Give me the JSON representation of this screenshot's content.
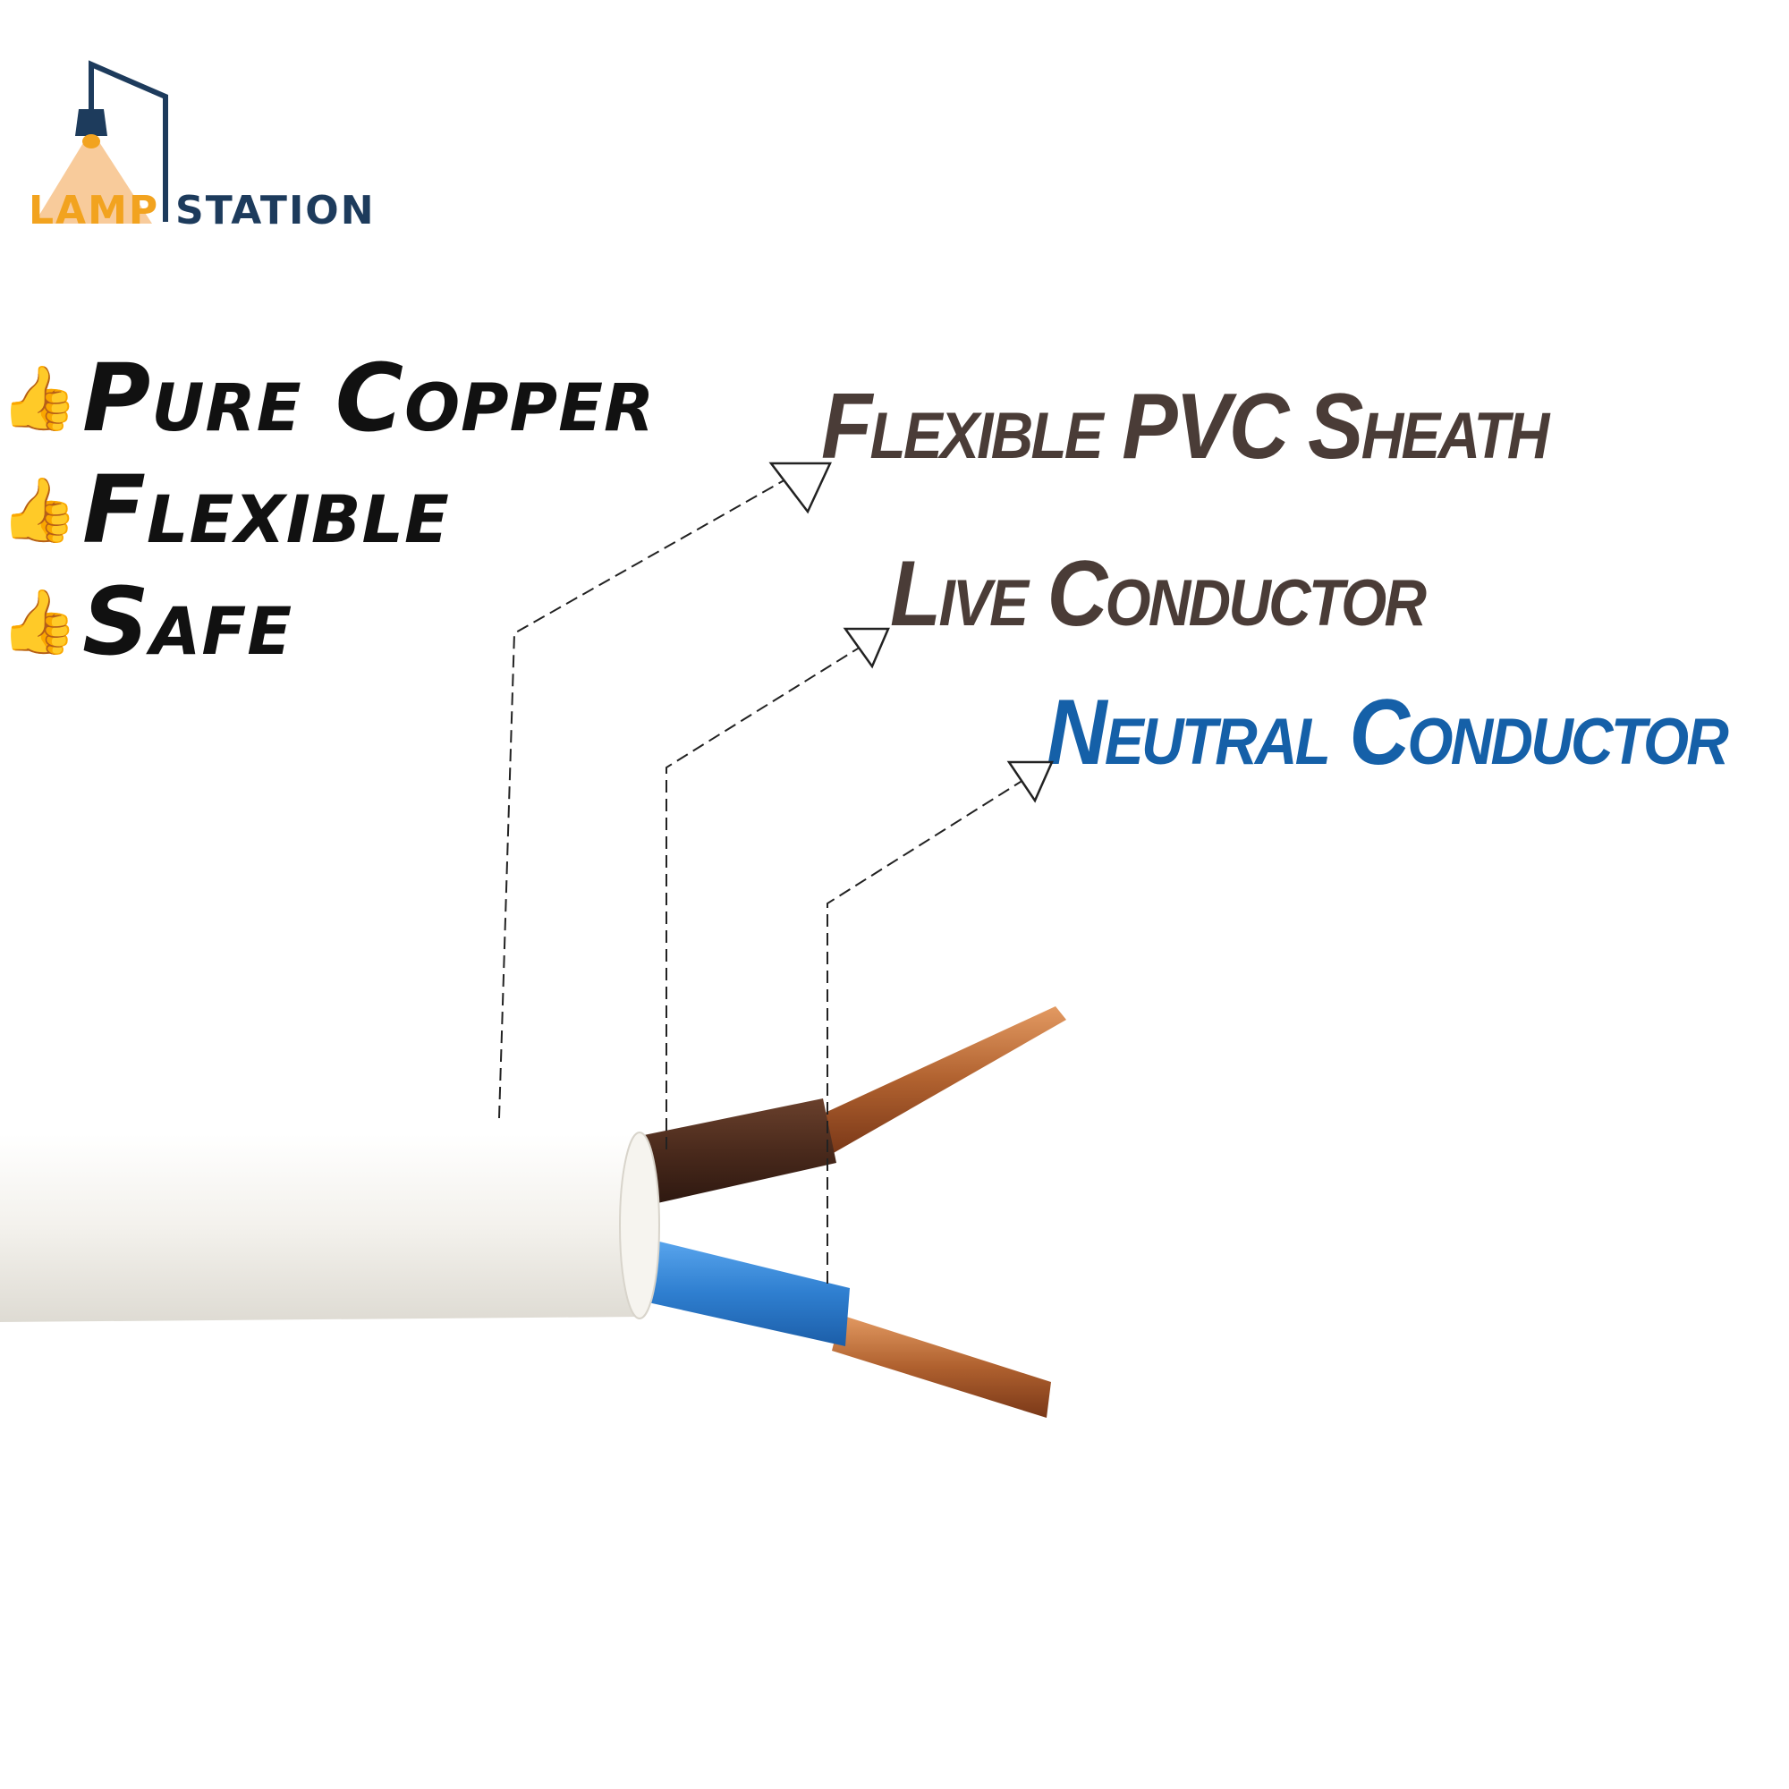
{
  "logo": {
    "word_left": "LAMP",
    "word_right": "STATION",
    "colors": {
      "left": "#f2a31f",
      "right": "#1d3b5c",
      "light_cone": "#f7c28a"
    }
  },
  "features": [
    {
      "label": "Pure Copper",
      "icon": "thumbs-up-icon"
    },
    {
      "label": "Flexible",
      "icon": "thumbs-up-icon"
    },
    {
      "label": "Safe",
      "icon": "thumbs-up-icon"
    }
  ],
  "callouts": [
    {
      "label": "Flexible PVC Sheath",
      "color": "#4a3c37"
    },
    {
      "label": "Live Conductor",
      "color": "#4a3c37"
    },
    {
      "label": "Neutral Conductor",
      "color": "#1560a8"
    }
  ],
  "colors": {
    "sheath": "#f3f1ec",
    "live_insulation": "#4a2a1c",
    "neutral_insulation": "#2f7fd0",
    "copper": "#b0612f"
  }
}
